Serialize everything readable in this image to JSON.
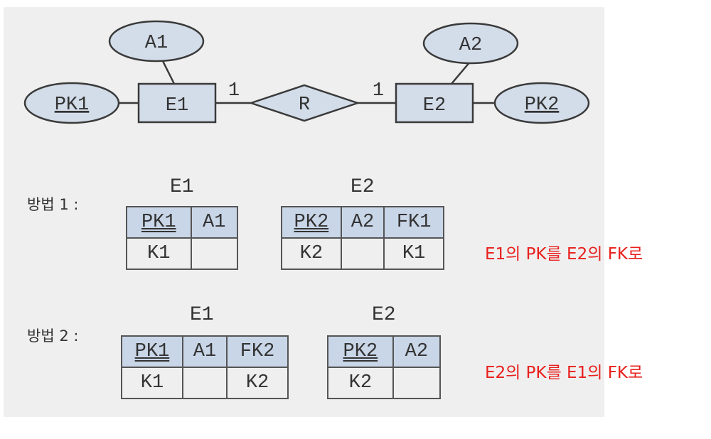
{
  "er": {
    "attr_e1": "A1",
    "attr_e2": "A2",
    "pk_e1": "PK1",
    "pk_e2": "PK2",
    "entity_e1": "E1",
    "entity_e2": "E2",
    "relationship": "R",
    "card_left": "1",
    "card_right": "1",
    "colors": {
      "fill": "#d3dde9",
      "stroke": "#3a3a3a"
    }
  },
  "method1": {
    "label": "방법 1 :",
    "t1": {
      "name": "E1",
      "headers": [
        "PK1",
        "A1"
      ],
      "row": [
        "K1",
        ""
      ]
    },
    "t2": {
      "name": "E2",
      "headers": [
        "PK2",
        "A2",
        "FK1"
      ],
      "row": [
        "K2",
        "",
        "K1"
      ]
    },
    "note": "E1의 PK를 E2의 FK로"
  },
  "method2": {
    "label": "방법 2 :",
    "t1": {
      "name": "E1",
      "headers": [
        "PK1",
        "A1",
        "FK2"
      ],
      "row": [
        "K1",
        "",
        "K2"
      ]
    },
    "t2": {
      "name": "E2",
      "headers": [
        "PK2",
        "A2"
      ],
      "row": [
        "K2",
        ""
      ]
    },
    "note": "E2의 PK를 E1의 FK로"
  },
  "note_color": "#e8201c"
}
